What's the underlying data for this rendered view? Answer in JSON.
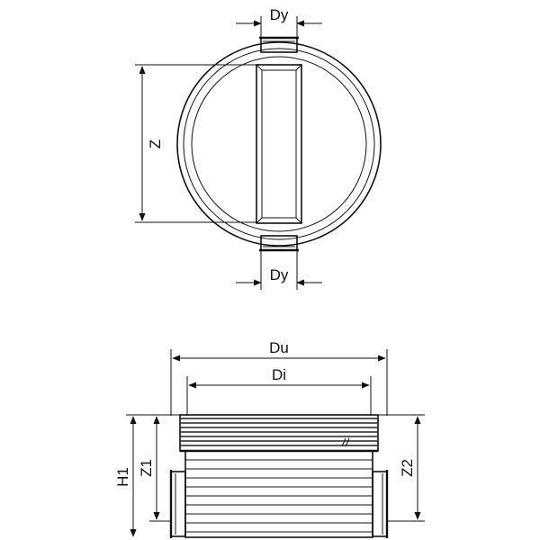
{
  "top_view": {
    "label_dy_top": "Dy",
    "label_z": "Z",
    "label_dy_bottom": "Dy"
  },
  "side_view": {
    "label_du": "Du",
    "label_di": "Di",
    "label_h1": "H1",
    "label_z1": "Z1",
    "label_z2": "Z2"
  }
}
